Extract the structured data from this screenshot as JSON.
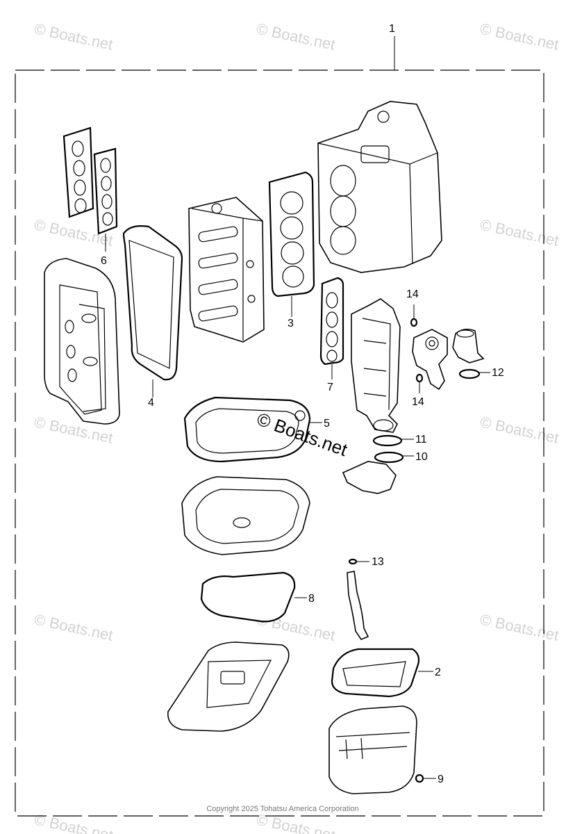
{
  "watermark": "© Boats.net",
  "copyright": "Copyright 2025 Tohatsu America Corporation",
  "kit_callout": "1",
  "callouts": {
    "p2": "2",
    "p3": "3",
    "p4": "4",
    "p5": "5",
    "p6": "6",
    "p7": "7",
    "p8": "8",
    "p9": "9",
    "p10": "10",
    "p11": "11",
    "p12": "12",
    "p13": "13",
    "p14a": "14",
    "p14b": "14"
  }
}
